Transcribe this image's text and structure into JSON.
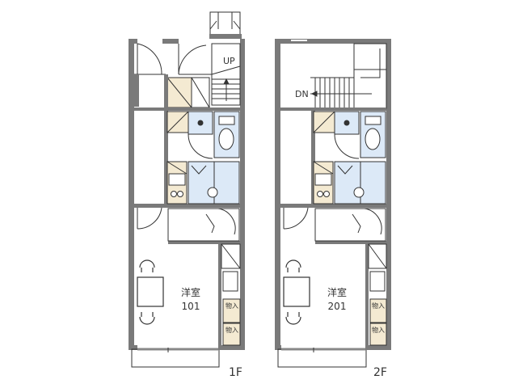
{
  "floors": [
    {
      "id": "1F",
      "floor_label": "1F",
      "room_type": "洋室",
      "room_number": "101",
      "stair_label": "UP",
      "storage_labels": [
        "物入",
        "物入"
      ]
    },
    {
      "id": "2F",
      "floor_label": "2F",
      "room_type": "洋室",
      "room_number": "201",
      "stair_label": "DN",
      "storage_labels": [
        "物入",
        "物入"
      ]
    }
  ],
  "colors": {
    "wall": "#6a6a6a",
    "wall_fill": "#7a7a7a",
    "line": "#333333",
    "wet_area": "#dce9f7",
    "cabinet": "#f4ead2",
    "outline_frame": "#333333"
  }
}
